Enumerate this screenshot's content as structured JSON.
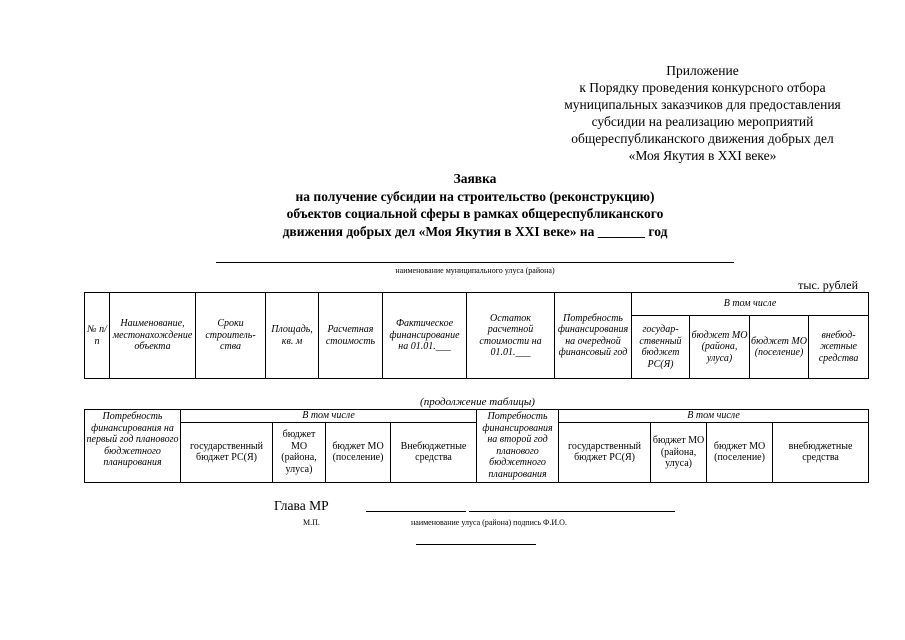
{
  "appendix": {
    "lines": [
      "Приложение",
      "к Порядку проведения конкурсного отбора",
      "муниципальных заказчиков для предоставления",
      "субсидии на реализацию мероприятий",
      "общереспубликанского движения добрых дел",
      "«Моя Якутия в XXI веке»"
    ]
  },
  "title": {
    "lines": [
      "Заявка",
      "на получение субсидии на строительство (реконструкцию)",
      "объектов социальной сферы в рамках общереспубликанского",
      "движения добрых дел «Моя Якутия в XXI веке» на _______ год"
    ]
  },
  "district_caption": "наименование муниципального улуса (района)",
  "units": "тыс. рублей",
  "table1": {
    "headers": [
      "№ п/п",
      "Наименование, местонахождение объекта",
      "Сроки строитель-ства",
      "Площадь, кв. м",
      "Расчетная стоимость",
      "Фактическое финансирование на 01.01.___",
      "Остаток расчетной стоимости на 01.01.___",
      "Потребность финансирования на очередной финансовый год"
    ],
    "group": "В том числе",
    "subheaders": [
      "государ-ственный бюджет РС(Я)",
      "бюджет МО (района, улуса)",
      "бюджет МО (поселение)",
      "внебюд-жетные средства"
    ]
  },
  "continuation": "(продолжение таблицы)",
  "table2": {
    "need_first": "Потребность финансирования на первый год планового бюджетного планирования",
    "need_second": "Потребность финансирования на второй год планового бюджетного планирования",
    "group": "В том числе",
    "subheaders": [
      "государственный бюджет РС(Я)",
      "бюджет МО (района, улуса)",
      "бюджет МО (поселение)",
      "Внебюджетные средства"
    ],
    "subheaders_second": [
      "государственный бюджет РС(Я)",
      "бюджет МО (района, улуса)",
      "бюджет МО (поселение)",
      "внебюджетные средства"
    ]
  },
  "signature": {
    "head": "Глава МР",
    "stamp": "М.П.",
    "caption": "наименование улуса (района) подпись Ф.И.О."
  }
}
